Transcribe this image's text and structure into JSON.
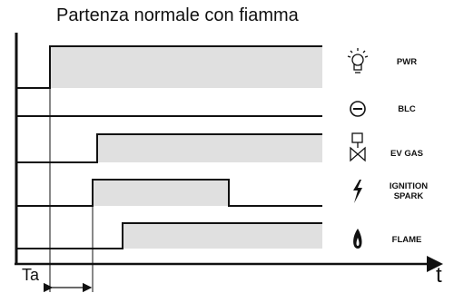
{
  "title": "Partenza normale con fiamma",
  "time_axis_label": "t",
  "delay_label": "Ta",
  "signals": [
    {
      "id": "pwr",
      "label": "PWR",
      "icon": "lightbulb-icon",
      "on_intervals": [
        [
          55,
          355
        ]
      ]
    },
    {
      "id": "blc",
      "label": "BLC",
      "icon": "block-icon",
      "on_intervals": []
    },
    {
      "id": "ev-gas",
      "label": "EV GAS",
      "icon": "gas-valve-icon",
      "on_intervals": [
        [
          107,
          355
        ]
      ]
    },
    {
      "id": "ignition",
      "label": "IGNITION SPARK",
      "icon": "spark-icon",
      "on_intervals": [
        [
          102,
          252
        ]
      ]
    },
    {
      "id": "flame",
      "label": "FLAME",
      "icon": "flame-icon",
      "on_intervals": [
        [
          135,
          355
        ]
      ]
    }
  ],
  "colors": {
    "line": "#111111",
    "fill": "#e0e0e0"
  }
}
